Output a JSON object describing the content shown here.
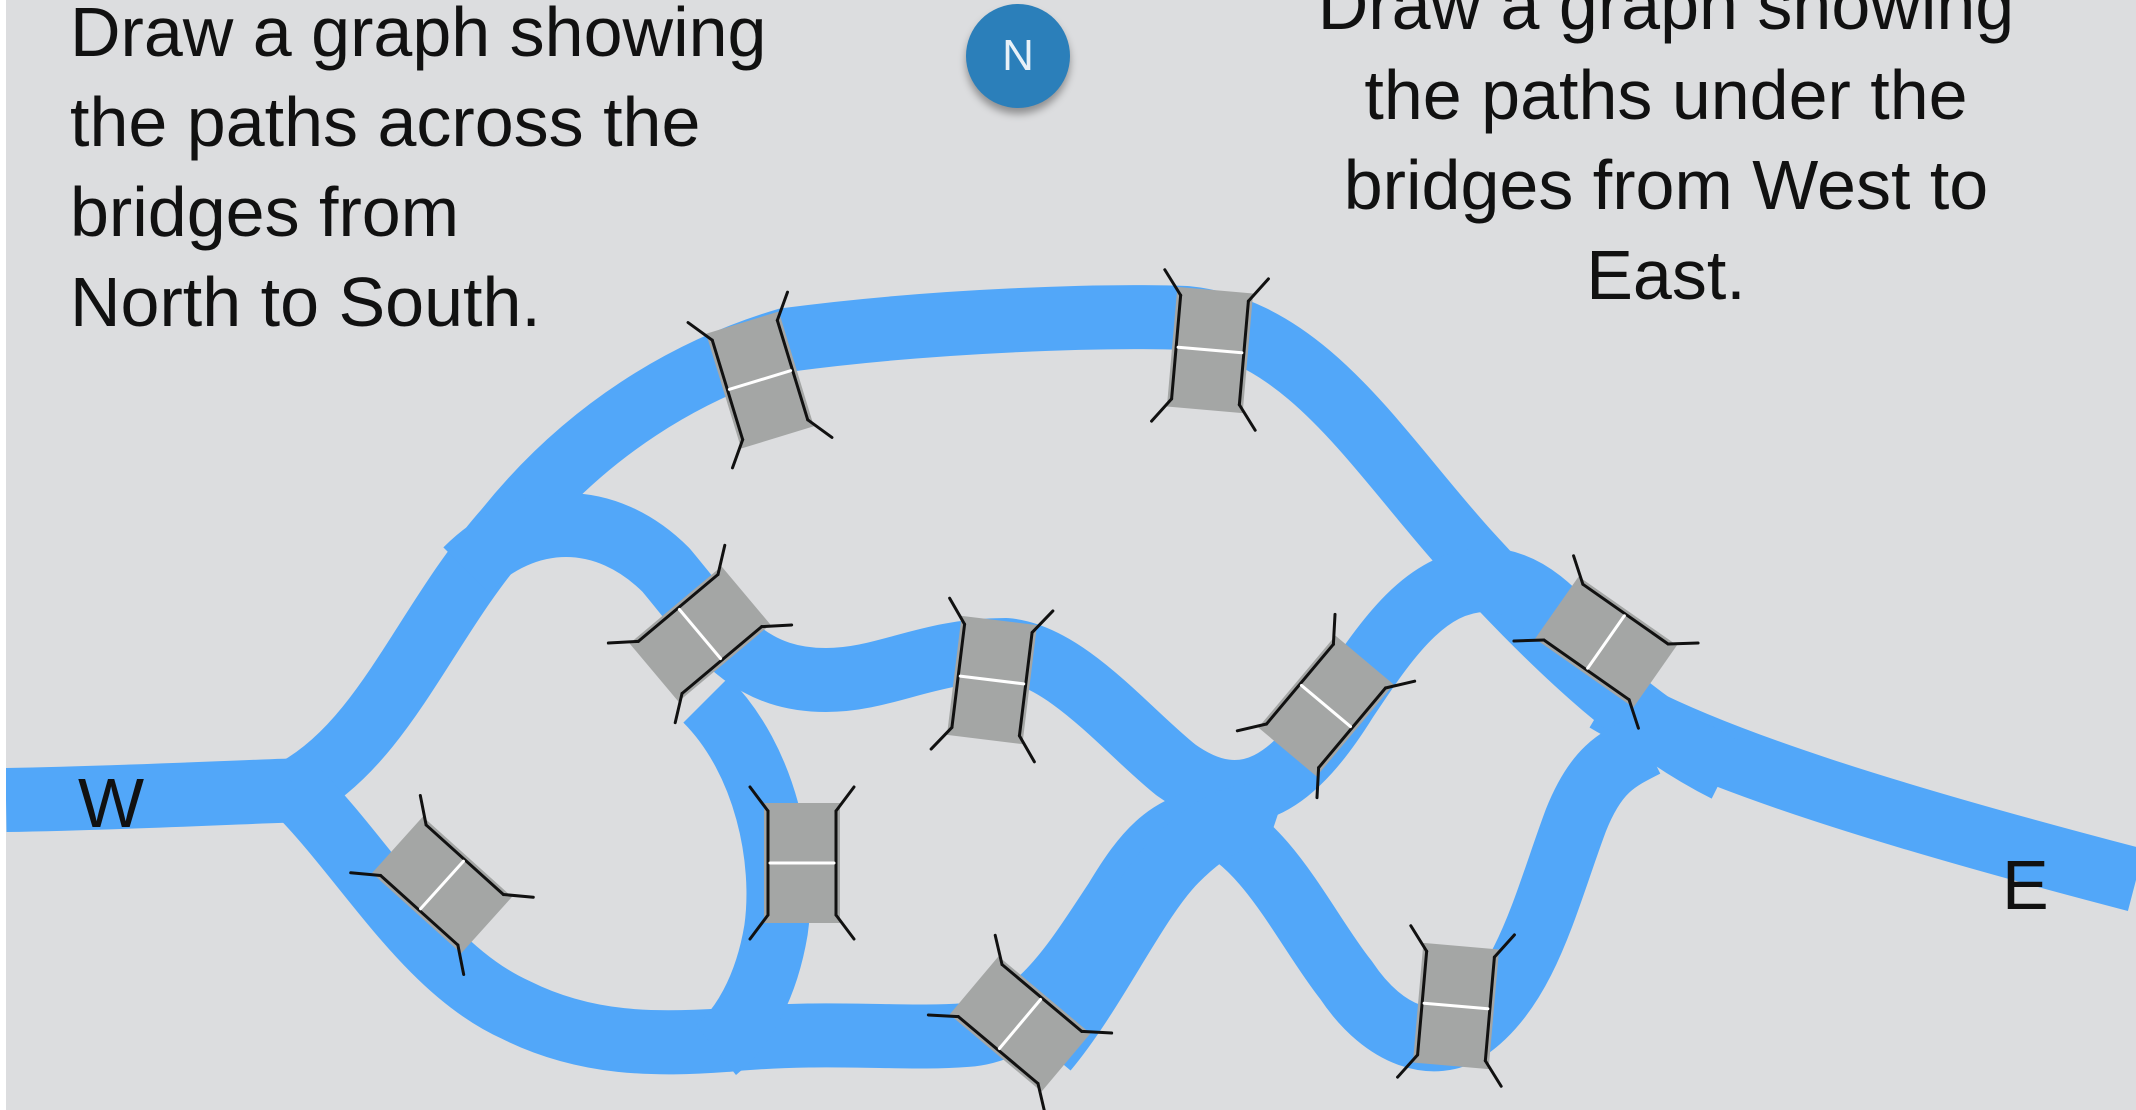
{
  "prompts": {
    "left": "Draw a graph showing\nthe paths across the\nbridges from\nNorth to South.",
    "right": "Draw a graph showing\nthe paths under the\nbridges from West to\nEast."
  },
  "compass": {
    "label": "N",
    "color": "#2b7fba"
  },
  "banks": {
    "west": "W",
    "east": "E"
  },
  "colors": {
    "background": "#dcdddf",
    "river": "#52a7f9",
    "bridge": "#a4a6a5",
    "bridge_rail": "#111111",
    "bridge_centerline": "#ffffff"
  }
}
